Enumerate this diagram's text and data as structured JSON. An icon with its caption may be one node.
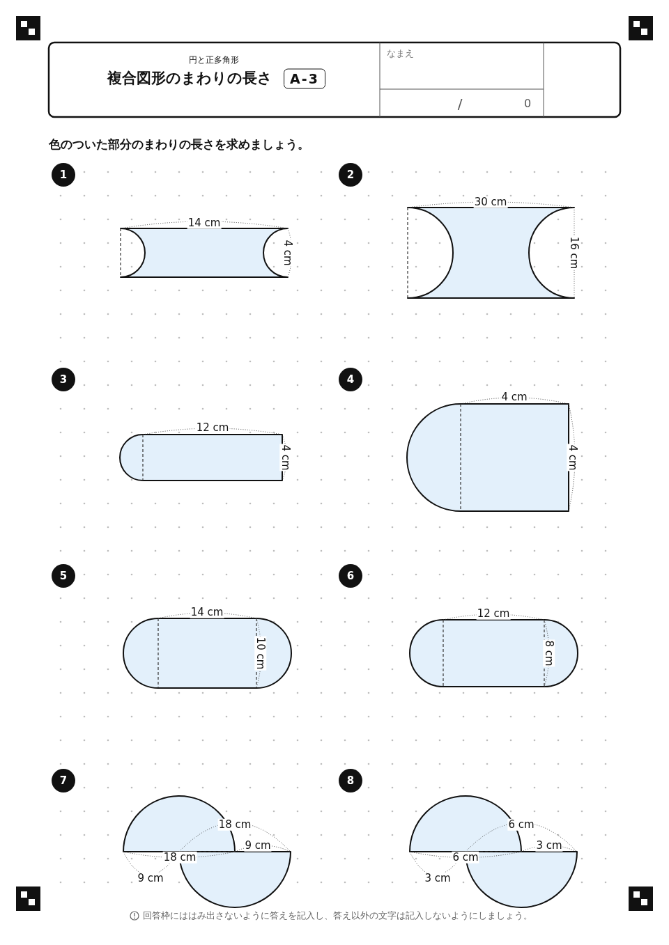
{
  "diagram": {
    "title": "複合図形のまわりの長さ",
    "nodes": [
      {
        "text": [
          "A-3"
        ]
      },
      {
        "text": [
          "1"
        ]
      },
      {
        "text": [
          "2"
        ]
      },
      {
        "text": [
          "3"
        ]
      },
      {
        "text": [
          "4"
        ]
      },
      {
        "text": [
          "5"
        ]
      },
      {
        "text": [
          "6"
        ]
      },
      {
        "text": [
          "7"
        ]
      },
      {
        "text": [
          "8"
        ]
      }
    ],
    "labels": [
      "円と正多角形",
      "なまえ",
      "/",
      "0",
      "色のついた部分のまわりの長さを求めましょう。",
      "14 cm",
      "4 cm",
      "30 cm",
      "16 cm",
      "12 cm",
      "4 cm",
      "4 cm",
      "4 cm",
      "14 cm",
      "10 cm",
      "12 cm",
      "8 cm",
      "18 cm",
      "9 cm",
      "18 cm",
      "9 cm",
      "6 cm",
      "3 cm",
      "6 cm",
      "3 cm",
      "回答枠にははみ出さないように答えを記入し、答え以外の文字は記入しないようにしましょう。"
    ]
  }
}
